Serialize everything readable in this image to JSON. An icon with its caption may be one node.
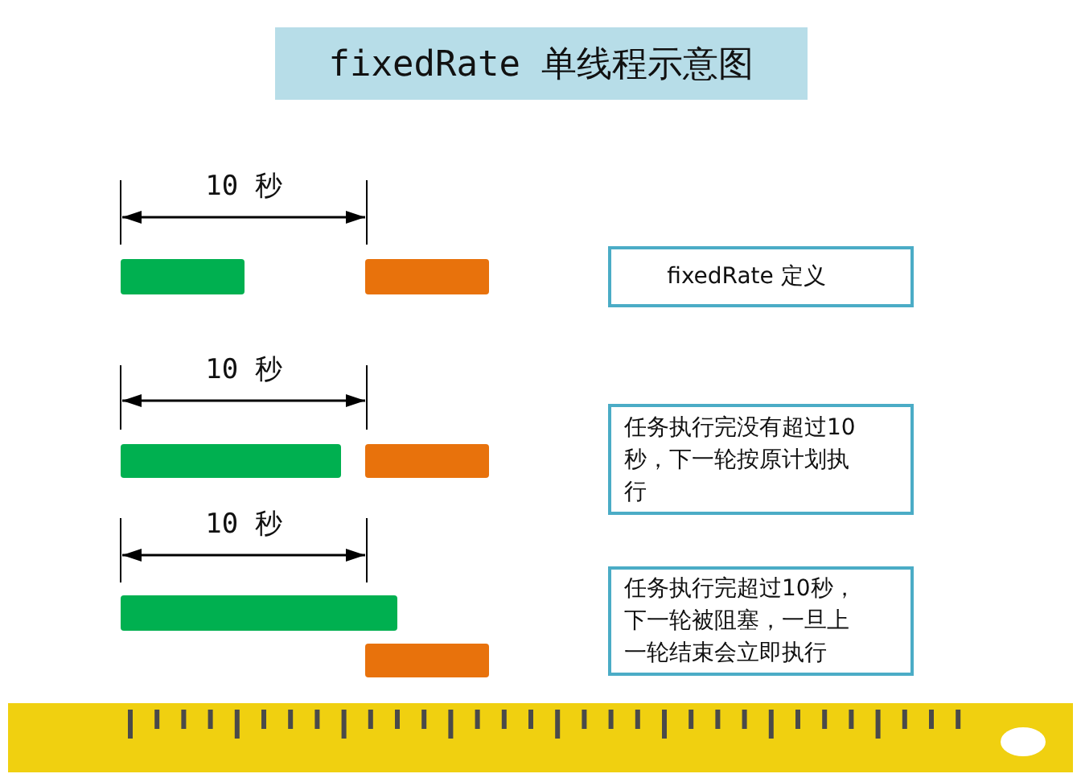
{
  "diagram": {
    "title": "fixedRate 单线程示意图",
    "nodes": [
      {
        "text": [
          "fixedRate 定义"
        ]
      },
      {
        "text": [
          "任务执行完没有超过10秒，下一轮按原计划执行"
        ]
      },
      {
        "text": [
          "任务执行完超过10秒，下一轮被阻塞，一旦上一轮结束会立即执行"
        ]
      },
      {
        "text": [],
        "shape": "bar"
      },
      {
        "text": [],
        "shape": "bar"
      },
      {
        "text": [],
        "shape": "bar"
      },
      {
        "text": [],
        "shape": "bar"
      },
      {
        "text": [],
        "shape": "bar"
      },
      {
        "text": [],
        "shape": "bar"
      }
    ],
    "labels": [
      "10 秒",
      "10 秒",
      "10 秒"
    ]
  }
}
